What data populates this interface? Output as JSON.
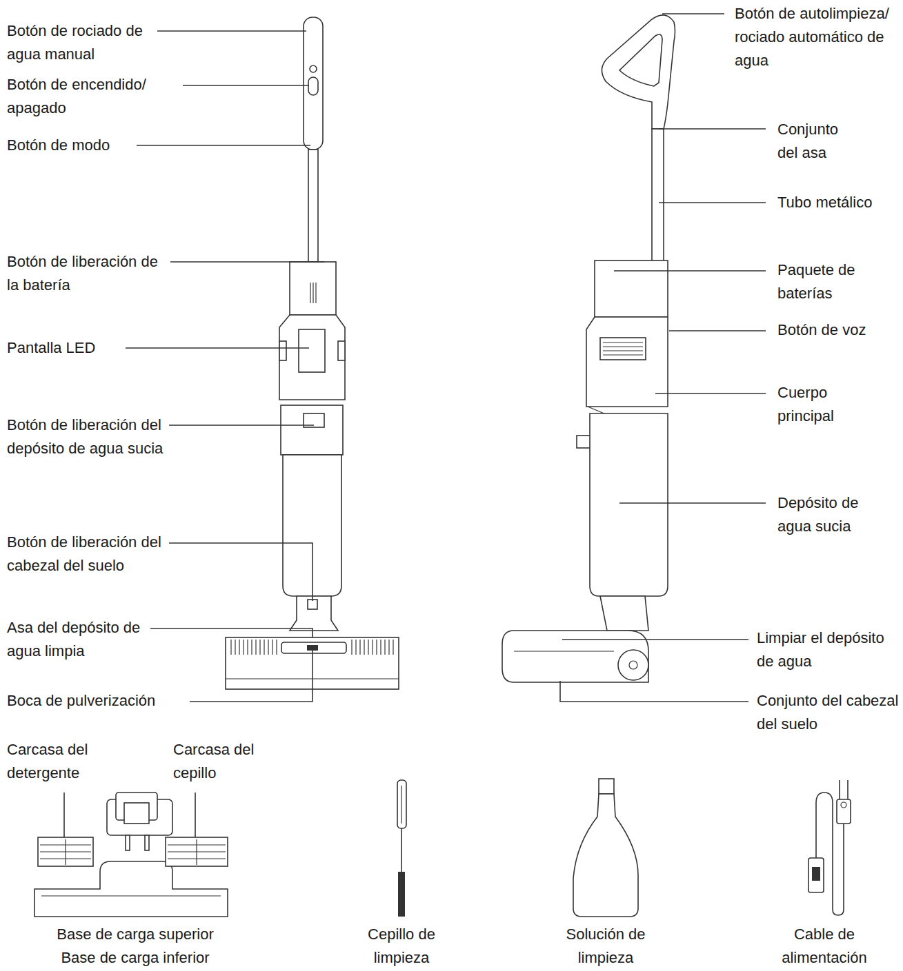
{
  "diagram": {
    "labels": [
      "Botón de rociado de agua manual",
      "Botón de encendido/ apagado",
      "Botón de modo",
      "Botón de liberación de la batería",
      "Pantalla LED",
      "Botón de liberación del depósito de agua sucia",
      "Botón de liberación del cabezal del suelo",
      "Asa del depósito de agua limpia",
      "Boca de pulverización",
      "Botón de autolimpieza/ rociado automático de agua",
      "Conjunto del asa",
      "Tubo metálico",
      "Paquete de baterías",
      "Botón de voz",
      "Cuerpo principal",
      "Depósito de agua sucia",
      "Limpiar el depósito de agua",
      "Conjunto del cabezal del suelo",
      "Carcasa del detergente",
      "Carcasa del cepillo",
      "Base de carga superior",
      "Base de carga inferior",
      "Cepillo de limpieza",
      "Solución de limpieza",
      "Cable de alimentación"
    ]
  }
}
